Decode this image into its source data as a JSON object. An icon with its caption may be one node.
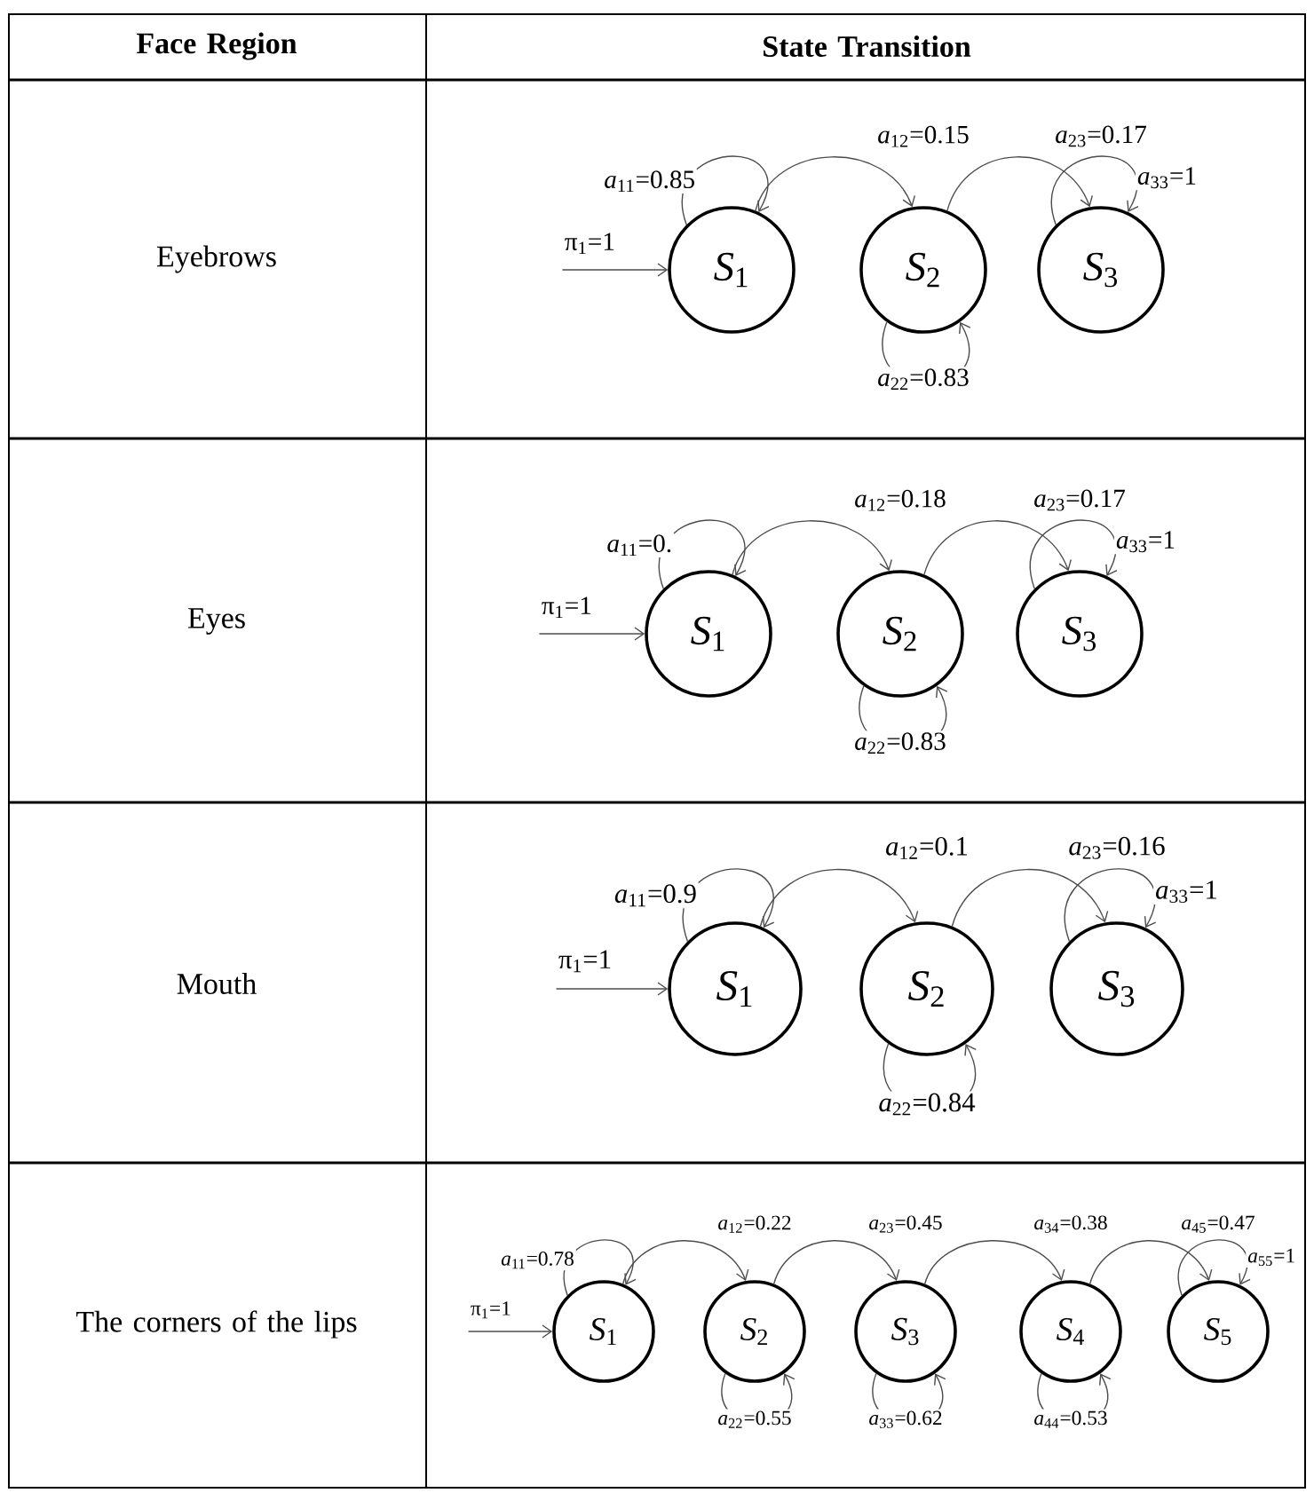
{
  "diagram": {
    "nodes": [
      {
        "text": [
          "*S*$_{1}$"
        ]
      },
      {
        "text": [
          "*S*$_{2}$"
        ]
      },
      {
        "text": [
          "*S*$_{3}$"
        ]
      },
      {
        "text": [
          "*S*$_{1}$"
        ]
      },
      {
        "text": [
          "*S*$_{2}$"
        ]
      },
      {
        "text": [
          "*S*$_{3}$"
        ]
      },
      {
        "text": [
          "*S*$_{1}$"
        ]
      },
      {
        "text": [
          "*S*$_{2}$"
        ]
      },
      {
        "text": [
          "*S*$_{3}$"
        ]
      },
      {
        "text": [
          "*S*$_{1}$"
        ]
      },
      {
        "text": [
          "*S*$_{2}$"
        ]
      },
      {
        "text": [
          "*S*$_{3}$"
        ]
      },
      {
        "text": [
          "*S*$_{4}$"
        ]
      },
      {
        "text": [
          "*S*$_{5}$"
        ]
      }
    ],
    "edges": [
      {
        "from": null,
        "to": 0,
        "arrow": "to",
        "label": "π$_{1}$=1"
      },
      {
        "from": 0,
        "to": 0,
        "arrow": "to",
        "label": "*a*$_{11}$=0.85"
      },
      {
        "from": 0,
        "to": 1,
        "arrow": "to",
        "label": "*a*$_{12}$=0.15"
      },
      {
        "from": 1,
        "to": 2,
        "arrow": "to",
        "label": "*a*$_{23}$=0.17"
      },
      {
        "from": 2,
        "to": 2,
        "arrow": "to",
        "label": "*a*$_{33}$=1"
      },
      {
        "from": 1,
        "to": 1,
        "arrow": "to",
        "label": "*a*$_{22}$=0.83"
      },
      {
        "from": null,
        "to": 3,
        "arrow": "to",
        "label": "π$_{1}$=1"
      },
      {
        "from": 3,
        "to": 3,
        "arrow": "to",
        "label": "*a*$_{11}$=0."
      },
      {
        "from": 3,
        "to": 4,
        "arrow": "to",
        "label": "*a*$_{12}$=0.18"
      },
      {
        "from": 4,
        "to": 5,
        "arrow": "to",
        "label": "*a*$_{23}$=0.17"
      },
      {
        "from": 5,
        "to": 5,
        "arrow": "to",
        "label": "*a*$_{33}$=1"
      },
      {
        "from": 4,
        "to": 4,
        "arrow": "to",
        "label": "*a*$_{22}$=0.83"
      },
      {
        "from": null,
        "to": 6,
        "arrow": "to",
        "label": "π$_{1}$=1"
      },
      {
        "from": 6,
        "to": 6,
        "arrow": "to",
        "label": "*a*$_{11}$=0.9"
      },
      {
        "from": 6,
        "to": 7,
        "arrow": "to",
        "label": "*a*$_{12}$=0.1"
      },
      {
        "from": 7,
        "to": 8,
        "arrow": "to",
        "label": "*a*$_{23}$=0.16"
      },
      {
        "from": 8,
        "to": 8,
        "arrow": "to",
        "label": "*a*$_{33}$=1"
      },
      {
        "from": 7,
        "to": 7,
        "arrow": "to",
        "label": "*a*$_{22}$=0.84"
      },
      {
        "from": null,
        "to": 9,
        "arrow": "to",
        "label": "π$_{1}$=1"
      },
      {
        "from": 9,
        "to": 9,
        "arrow": "to",
        "label": "*a*$_{11}$=0.78"
      },
      {
        "from": 9,
        "to": 10,
        "arrow": "to",
        "label": "*a*$_{12}$=0.22"
      },
      {
        "from": 10,
        "to": 11,
        "arrow": "to",
        "label": "*a*$_{23}$=0.45"
      },
      {
        "from": 11,
        "to": 12,
        "arrow": "to",
        "label": "*a*$_{34}$=0.38"
      },
      {
        "from": 12,
        "to": 13,
        "arrow": "to",
        "label": "*a*$_{45}$=0.47"
      },
      {
        "from": 13,
        "to": 13,
        "arrow": "to",
        "label": "*a*$_{55}$=1"
      },
      {
        "from": 10,
        "to": 10,
        "arrow": "to",
        "label": "*a*$_{22}$=0.55"
      },
      {
        "from": 11,
        "to": 11,
        "arrow": "to",
        "label": "*a*$_{33}$=0.62"
      },
      {
        "from": 12,
        "to": 12,
        "arrow": "to",
        "label": "*a*$_{44}$=0.53"
      }
    ],
    "labels": [
      "Face Region",
      "State Transition",
      "Eyebrows",
      "Eyes",
      "Mouth",
      "The corners of the lips"
    ]
  }
}
